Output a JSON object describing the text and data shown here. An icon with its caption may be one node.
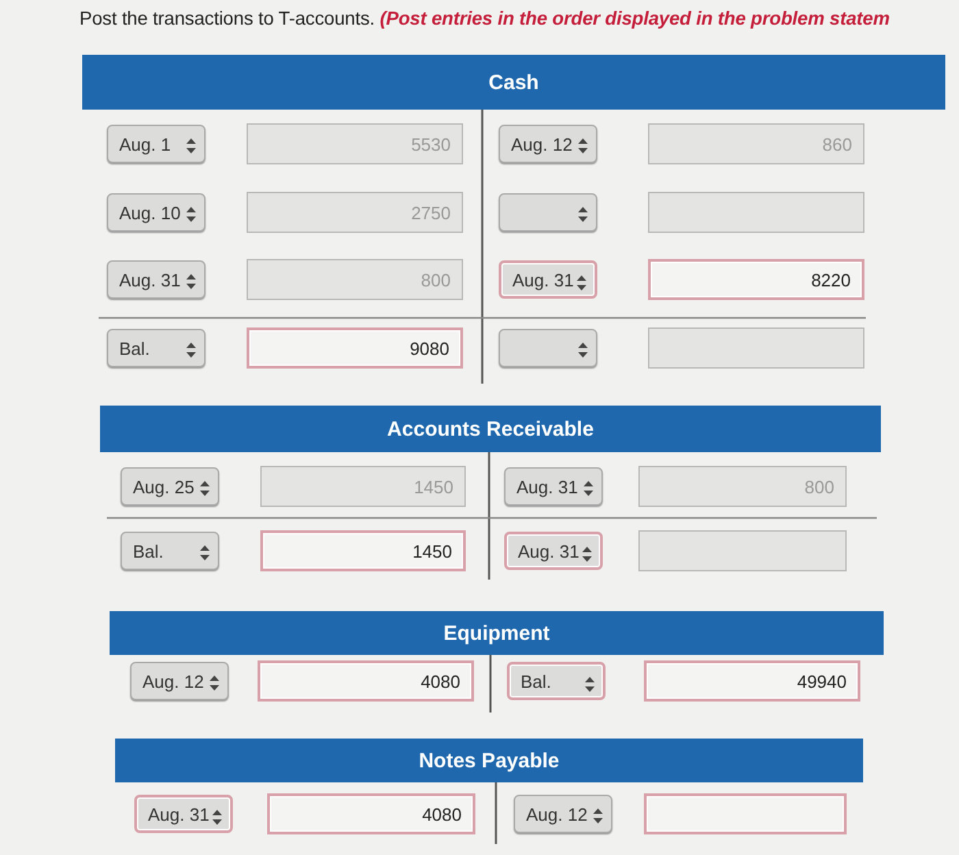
{
  "diagram": {
    "title": "Post the transactions to T-accounts. **(Post entries in the order displayed in the problem statem**",
    "nodes": [
      {
        "text": [
          "Cash"
        ]
      },
      {
        "text": [
          "Accounts Receivable"
        ]
      },
      {
        "text": [
          "Equipment"
        ]
      },
      {
        "text": [
          "Notes Payable"
        ]
      }
    ],
    "labels": [
      "Aug. 1",
      "5530",
      "Aug. 12",
      "860",
      "Aug. 10",
      "2750",
      "Aug. 31",
      "800",
      "Aug. 31",
      "8220",
      "Bal.",
      "9080",
      "Aug. 25",
      "1450",
      "Aug. 31",
      "800",
      "Bal.",
      "1450",
      "Aug. 31",
      "Aug. 12",
      "4080",
      "Bal.",
      "49940",
      "Aug. 31",
      "4080",
      "Aug. 12"
    ]
  }
}
